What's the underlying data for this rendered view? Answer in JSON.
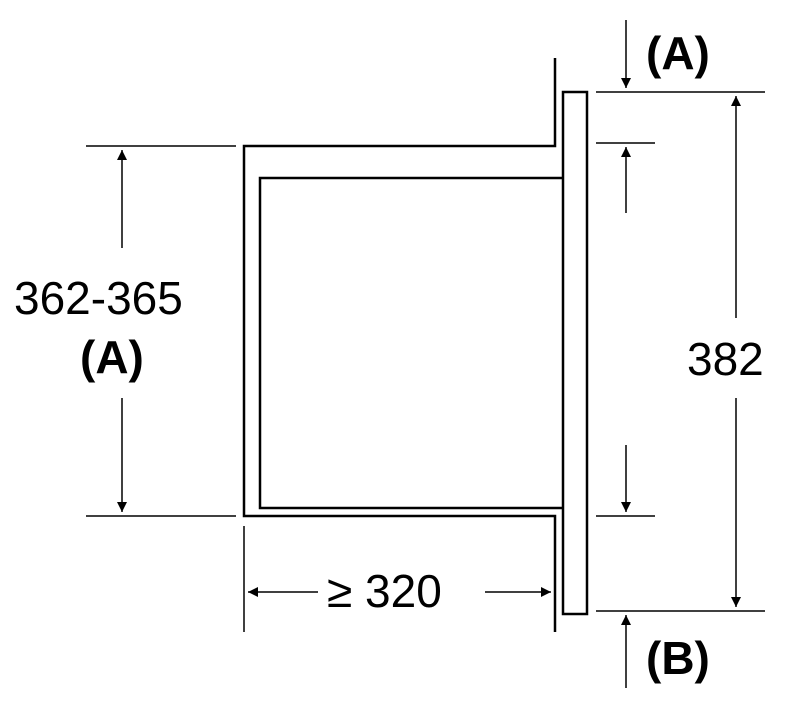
{
  "diagram": {
    "labels": {
      "height_range": "362-365",
      "left_ref": "(A)",
      "top_ref": "(A)",
      "depth": "≥ 320",
      "panel_height": "382",
      "bottom_ref": "(B)"
    }
  }
}
